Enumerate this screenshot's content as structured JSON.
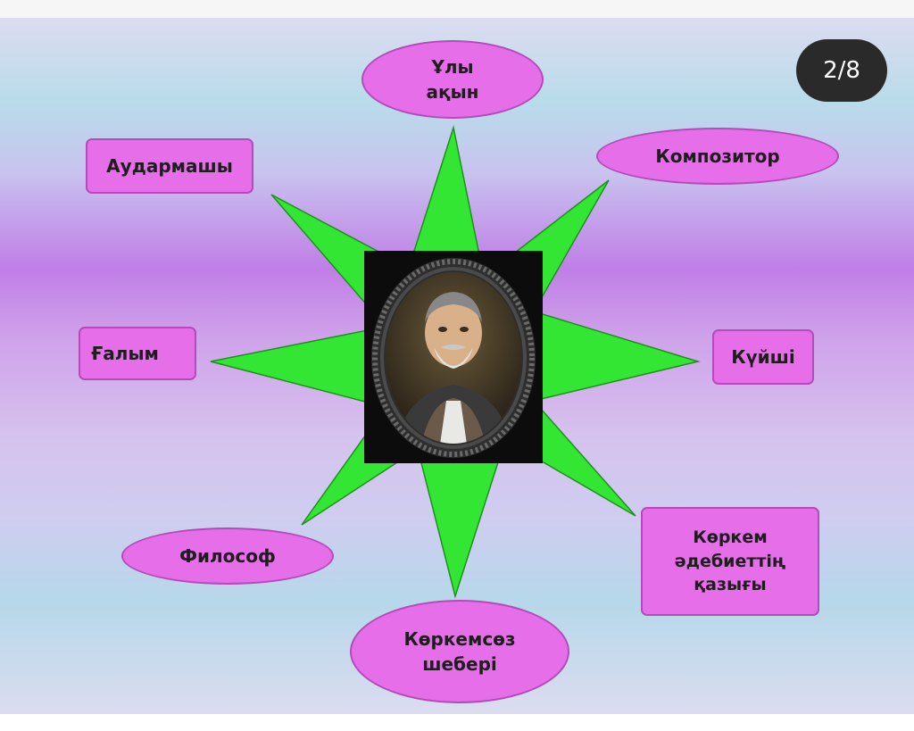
{
  "diagram": {
    "center": "portrait",
    "nodes": {
      "uly_akyn": "Ұлы\nақын",
      "kompozitor": "Композитор",
      "audarmashy": "Аудармашы",
      "galym": "Ғалым",
      "kuishi": "Күйші",
      "filosof": "Философ",
      "korkem_adebiet": "Көркем\nәдебиеттің\nқазығы",
      "korkemsoz": "Көркемсөз\nшебері"
    }
  },
  "viewer": {
    "page_indicator": "2/8"
  },
  "colors": {
    "star_fill": "#33e633",
    "node_fill": "#e66ee8",
    "node_border": "#b24cb8"
  }
}
